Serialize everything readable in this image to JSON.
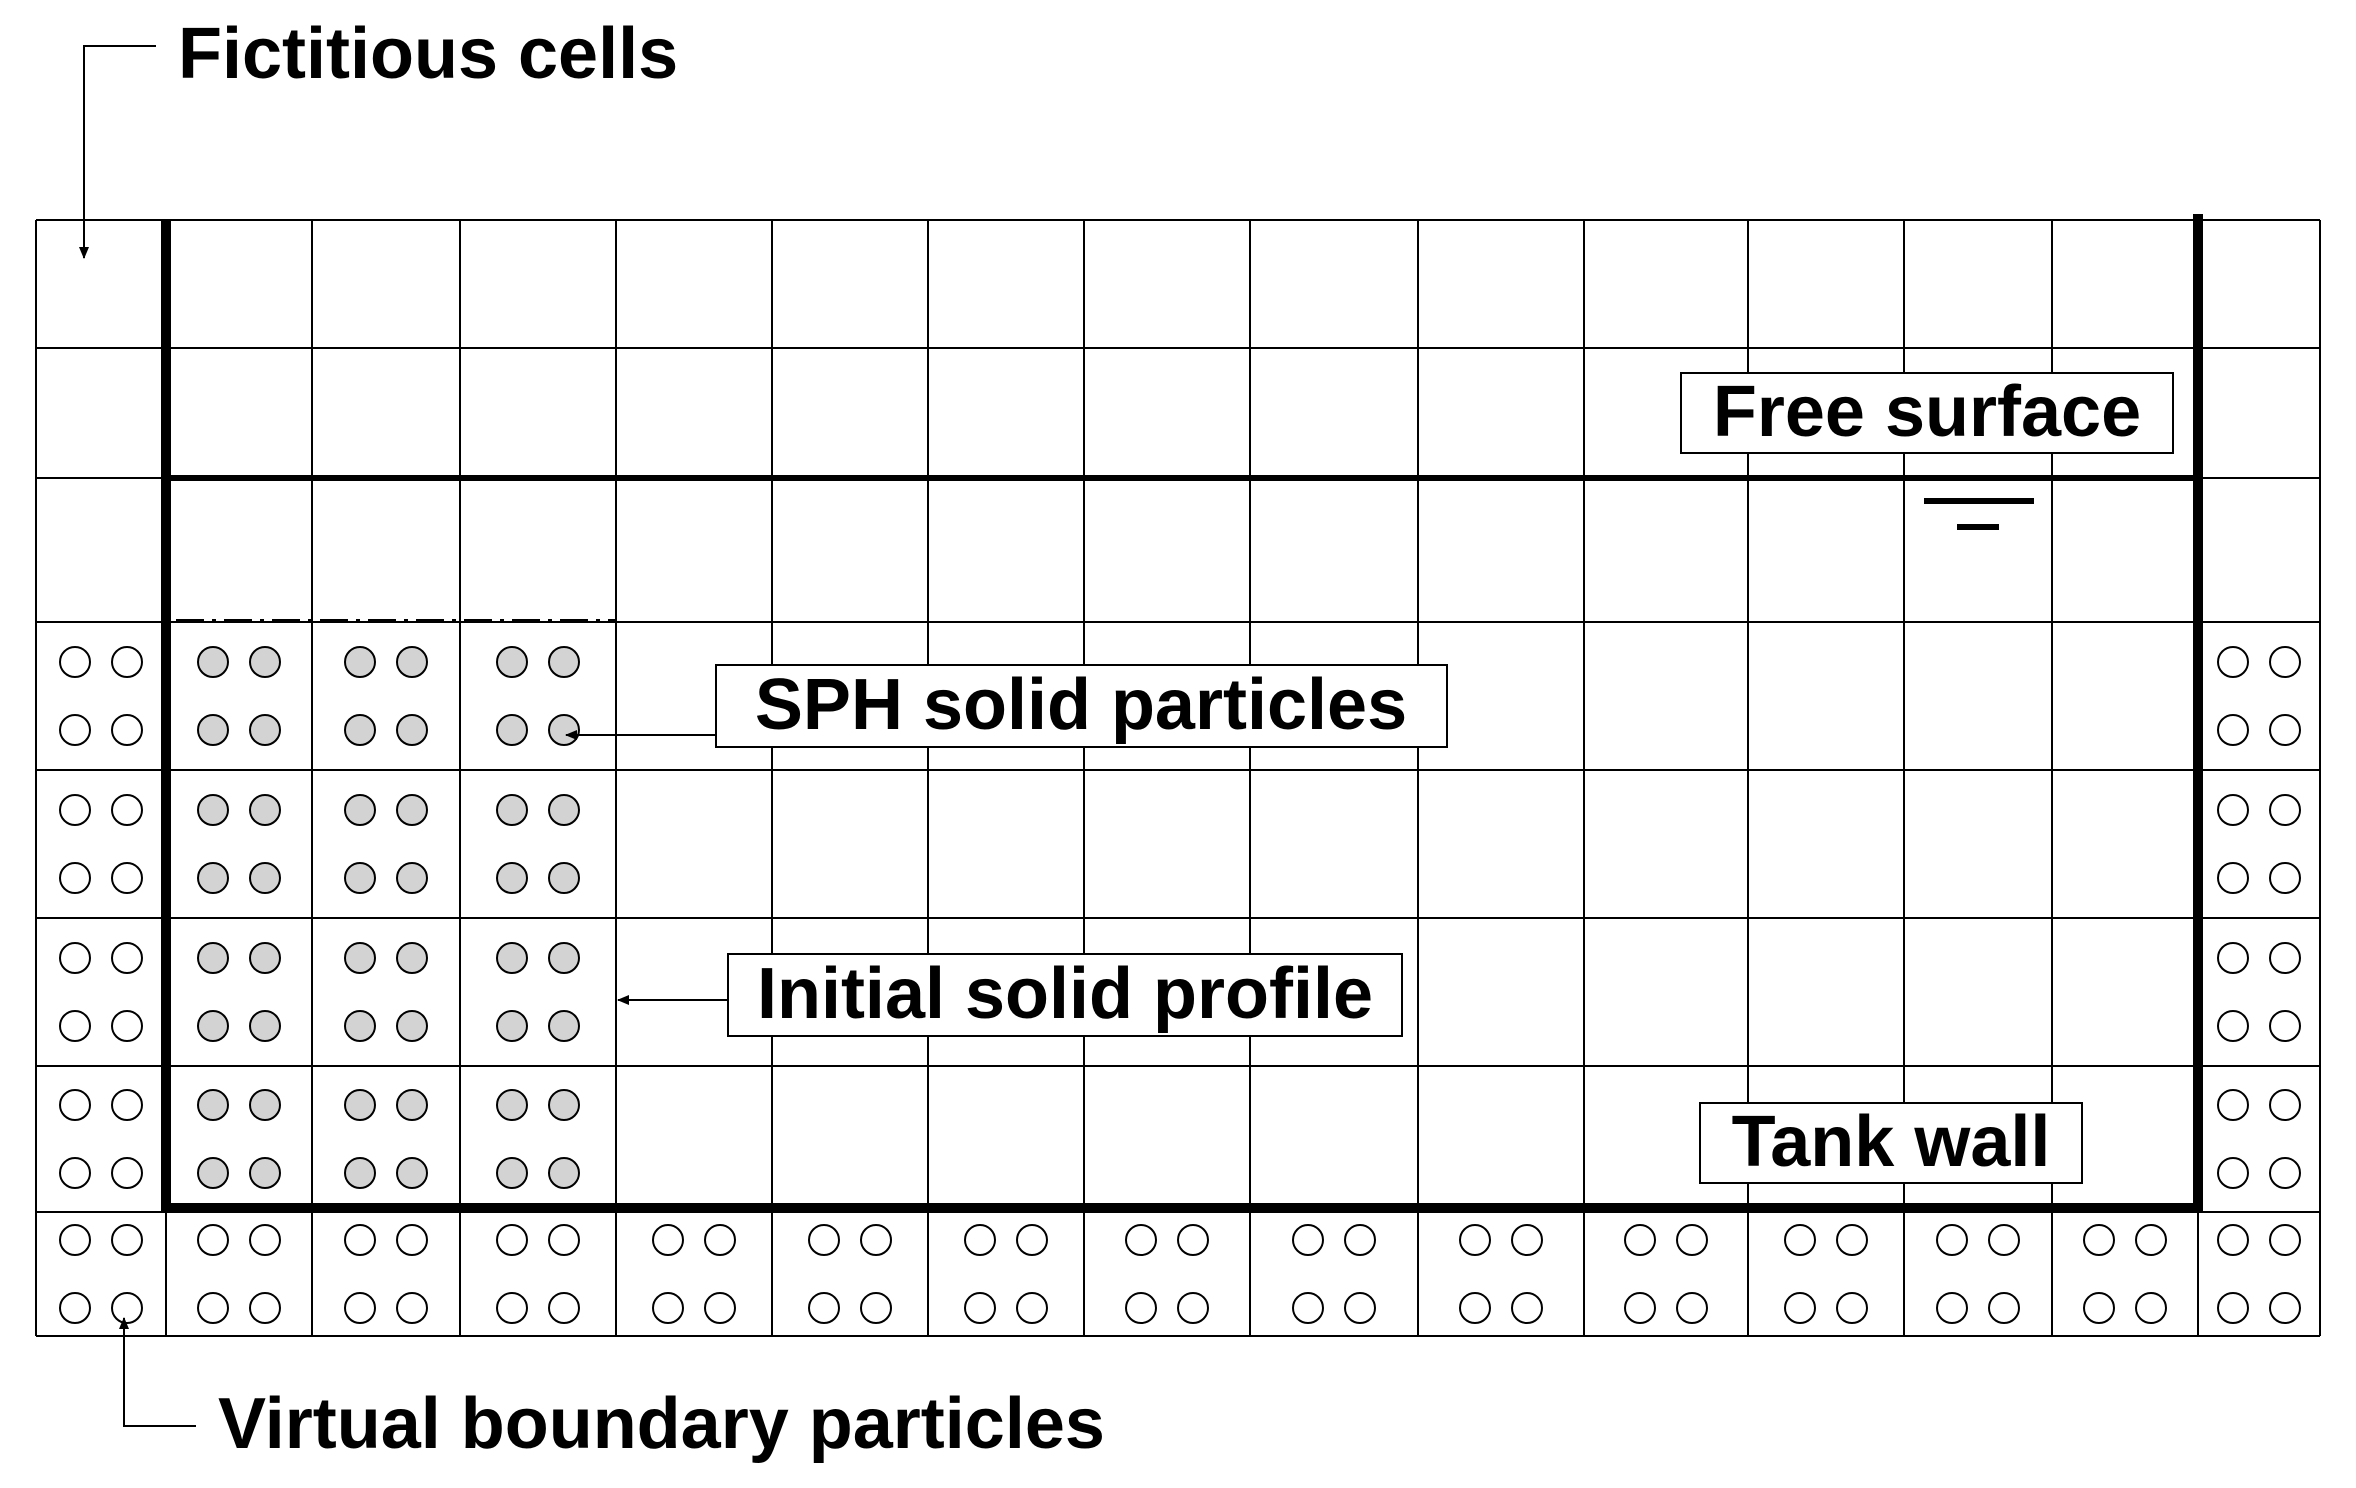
{
  "labels": {
    "fictitious_cells": "Fictitious cells",
    "free_surface": "Free surface",
    "sph_solid_particles": "SPH solid particles",
    "initial_solid_profile": "Initial solid profile",
    "tank_wall": "Tank wall",
    "virtual_boundary_particles": "Virtual boundary particles"
  },
  "colors": {
    "line": "#000000",
    "solid_particle_fill": "#d3d3d3",
    "virtual_particle_fill": "#ffffff",
    "background": "#ffffff"
  },
  "grid": {
    "columns": 15,
    "rows": 8,
    "tank_wall_columns": [
      1,
      14
    ],
    "bottom_wall_row": 7,
    "free_surface_row": 2,
    "solid_region": {
      "columns": [
        1,
        2,
        3
      ],
      "rows": [
        3,
        4,
        5,
        6
      ]
    },
    "virtual_particles": {
      "left_columns": [
        0
      ],
      "left_rows": [
        3,
        4,
        5,
        6,
        7
      ],
      "right_columns": [
        14
      ],
      "right_rows": [
        3,
        4,
        5,
        6,
        7
      ],
      "bottom_row": 7
    }
  }
}
